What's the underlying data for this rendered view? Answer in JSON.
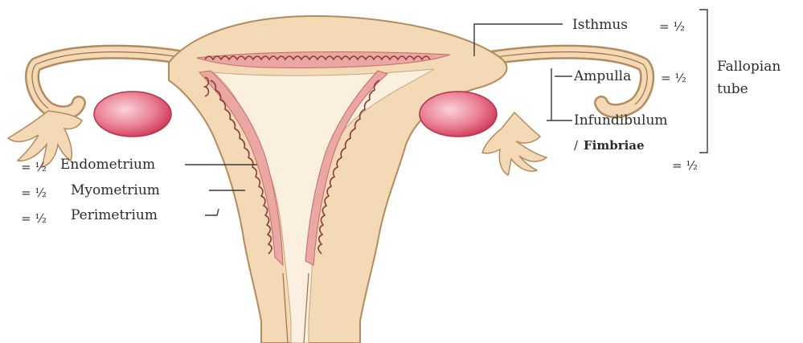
{
  "labels": {
    "isthmus": "Isthmus",
    "isthmus_fraction": "= ½",
    "ampulla": "Ampulla",
    "ampulla_fraction": "= ½",
    "infundibulum": "Infundibulum",
    "fimbriae_prefix": "/",
    "fimbriae": "Fimbriae",
    "infundibulum_fraction": "= ½",
    "fallopian_tube_line1": "Fallopian",
    "fallopian_tube_line2": "tube",
    "endometrium": "Endometrium",
    "endometrium_fraction": "= ½",
    "myometrium": "Myometrium",
    "myometrium_fraction": "= ½",
    "perimetrium": "Perimetrium",
    "perimetrium_fraction": "= ½"
  },
  "colors": {
    "tissue": "#f3d9b6",
    "tissue_outline": "#b58a5c",
    "endometrium": "#e79a97",
    "ovary_center": "#f7c0c8",
    "ovary_edge": "#d43a58",
    "lumen": "#fbf0e0",
    "label_text": "#2b2b2b"
  }
}
